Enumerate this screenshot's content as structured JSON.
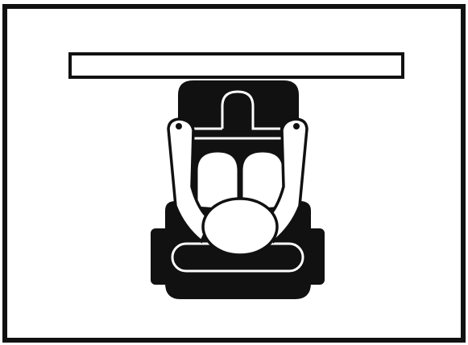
{
  "diagram": {
    "colors": {
      "ink": "#111111",
      "paper": "#ffffff"
    },
    "elements": {
      "border": "frame-border",
      "desk": "desk-bar",
      "chair": "wheelchair-icon",
      "person": "seated-person-figure"
    }
  }
}
